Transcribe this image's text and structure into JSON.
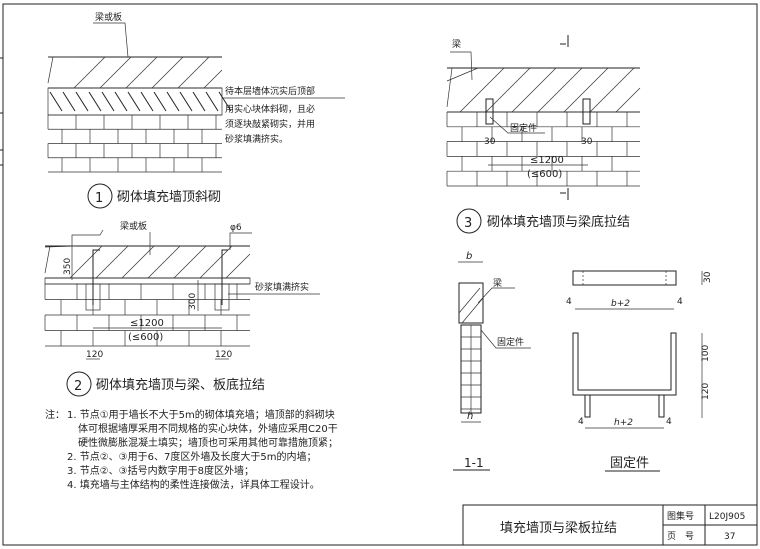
{
  "detail1": {
    "number": "1",
    "title": "砌体填充墙顶斜砌",
    "label_slab": "梁或板",
    "note_lines": [
      "待本层墙体沉实后顶部",
      "用实心块体斜砌，且必",
      "须逐块敲紧砌实，并用",
      "砂浆填满挤实。"
    ]
  },
  "detail2": {
    "number": "2",
    "title": "砌体填充墙顶与梁、板底拉结",
    "label_slab": "梁或板",
    "label_bar": "φ6",
    "label_mortar": "砂浆填满挤实",
    "dim_350": "350",
    "dim_300": "300",
    "dim_spacing": "≤1200",
    "dim_spacing_alt": "(≤600)",
    "dim_120_left": "120",
    "dim_120_right": "120"
  },
  "detail3": {
    "number": "3",
    "title": "砌体填充墙顶与梁底拉结",
    "label_beam": "梁",
    "label_fixing": "固定件",
    "dim_30_left": "30",
    "dim_30_right": "30",
    "dim_spacing": "≤1200",
    "dim_spacing_alt": "(≤600)"
  },
  "section": {
    "title": "1-1",
    "dim_b": "b",
    "dim_h": "h",
    "label_beam": "梁",
    "label_fixing": "固定件"
  },
  "fixing": {
    "title": "固定件",
    "dim_30": "30",
    "dim_b2": "b+2",
    "dim_h2": "h+2",
    "dim_4": "4",
    "dim_100": "100",
    "dim_120": "120"
  },
  "notes": {
    "prefix": "注：",
    "lines": [
      "1. 节点①用于墙长不大于5m的砌体填充墙；墙顶部的斜砌块",
      "体可根据墙厚采用不同规格的实心块体，外墙应采用C20干",
      "硬性微膨胀混凝土填实；墙顶也可采用其他可靠措施顶紧；",
      "2. 节点②、③用于6、7度区外墙及长度大于5m的内墙；",
      "3. 节点②、③括号内数字用于8度区外墙；",
      "4. 填充墙与主体结构的柔性连接做法，详具体工程设计。"
    ]
  },
  "title_block": {
    "drawing_title": "填充墙顶与梁板拉结",
    "atlas_label": "图集号",
    "atlas_value": "L20J905",
    "page_label": "页　号",
    "page_value": "37"
  }
}
